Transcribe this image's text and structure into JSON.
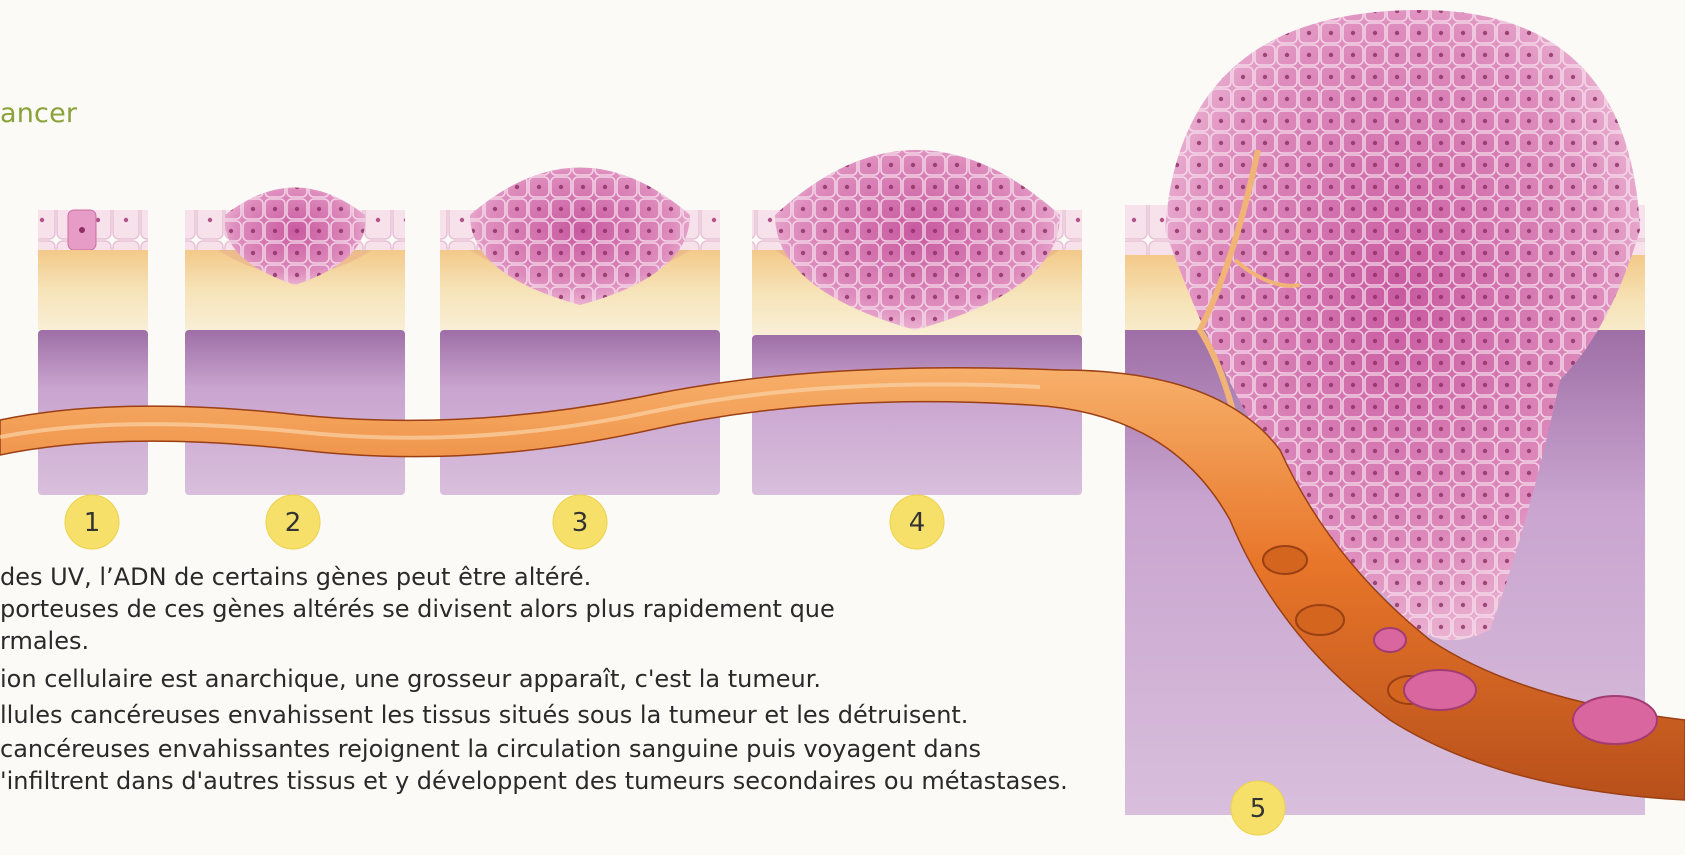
{
  "title": "ancer",
  "stage_labels": [
    "1",
    "2",
    "3",
    "4",
    "5"
  ],
  "captions": [
    "des UV, l’ADN de certains gènes peut être altéré.",
    "porteuses de ces gènes altérés se divisent alors plus rapidement que",
    "rmales.",
    "ion cellulaire est anarchique, une grosseur apparaît, c'est la tumeur.",
    "llules cancéreuses envahissent les tissus situés sous la tumeur et les détruisent.",
    "cancéreuses envahissantes rejoignent la circulation sanguine puis voyagent dans",
    "'infiltrent dans d'autres tissus et y développent des tumeurs secondaires ou métastases."
  ],
  "colors": {
    "title": "#8aa23a",
    "epidermis": "#f4d8e6",
    "tumor": "#d982b6",
    "dermis": "#f1deb0",
    "muscle": "#c79fcb",
    "vessel": "#e8762a",
    "label_circle": "#f6e06a"
  }
}
